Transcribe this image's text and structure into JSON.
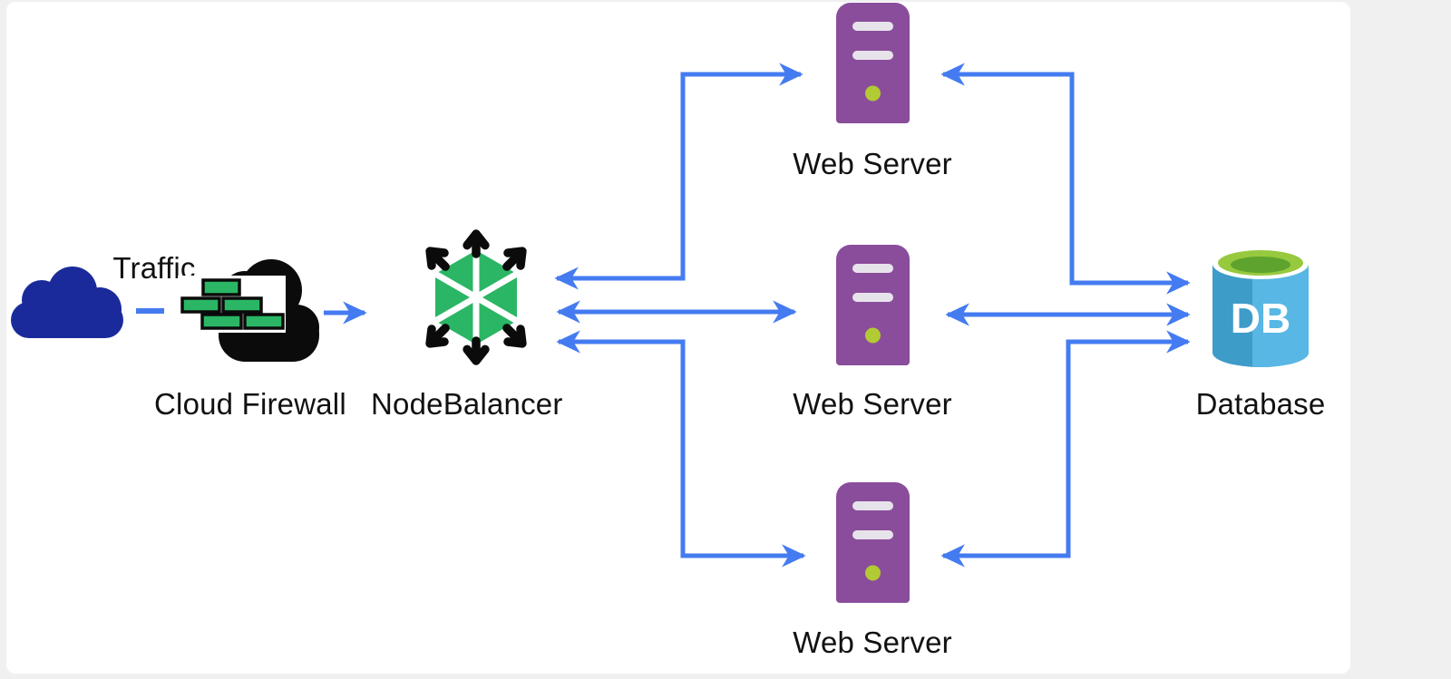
{
  "page": {
    "background_color": "#f0f0f1",
    "canvas_color": "#ffffff",
    "edge_color": "#447bf0",
    "label_color": "#111111"
  },
  "diagram": {
    "nodes": {
      "traffic": {
        "label": "Traffic",
        "icon": "cloud-icon",
        "color": "#1b2a9b"
      },
      "firewall": {
        "label": "Cloud Firewall",
        "icon": "firewall-cloud-icon",
        "cloud_color": "#0b0b0b",
        "brick_color": "#2bb665"
      },
      "nodebalancer": {
        "label": "NodeBalancer",
        "icon": "nodebalancer-hexagon-icon",
        "hex_color": "#2bb665",
        "arrows_color": "#0b0b0b"
      },
      "web_server_top": {
        "label": "Web Server",
        "icon": "server-tower-icon",
        "color": "#8a4d9b",
        "slot_color": "#e7e3ea",
        "led_color": "#b2ca33"
      },
      "web_server_middle": {
        "label": "Web Server",
        "icon": "server-tower-icon",
        "color": "#8a4d9b",
        "slot_color": "#e7e3ea",
        "led_color": "#b2ca33"
      },
      "web_server_bottom": {
        "label": "Web Server",
        "icon": "server-tower-icon",
        "color": "#8a4d9b",
        "slot_color": "#e7e3ea",
        "led_color": "#b2ca33"
      },
      "database": {
        "label": "Database",
        "icon": "database-cylinder-icon",
        "db_text": "DB",
        "body_color": "#42a2cf",
        "top_color": "#97c93e"
      }
    },
    "edges": [
      {
        "from": "traffic",
        "to": "firewall",
        "style": "dash",
        "arrows": "none"
      },
      {
        "from": "firewall",
        "to": "nodebalancer",
        "style": "straight",
        "arrows": "forward"
      },
      {
        "from": "nodebalancer",
        "to": "web_server_top",
        "style": "elbow",
        "arrows": "both"
      },
      {
        "from": "nodebalancer",
        "to": "web_server_middle",
        "style": "straight",
        "arrows": "both"
      },
      {
        "from": "nodebalancer",
        "to": "web_server_bottom",
        "style": "elbow",
        "arrows": "both"
      },
      {
        "from": "web_server_top",
        "to": "database",
        "style": "elbow",
        "arrows": "both"
      },
      {
        "from": "web_server_middle",
        "to": "database",
        "style": "straight",
        "arrows": "both"
      },
      {
        "from": "web_server_bottom",
        "to": "database",
        "style": "elbow",
        "arrows": "both"
      }
    ]
  }
}
